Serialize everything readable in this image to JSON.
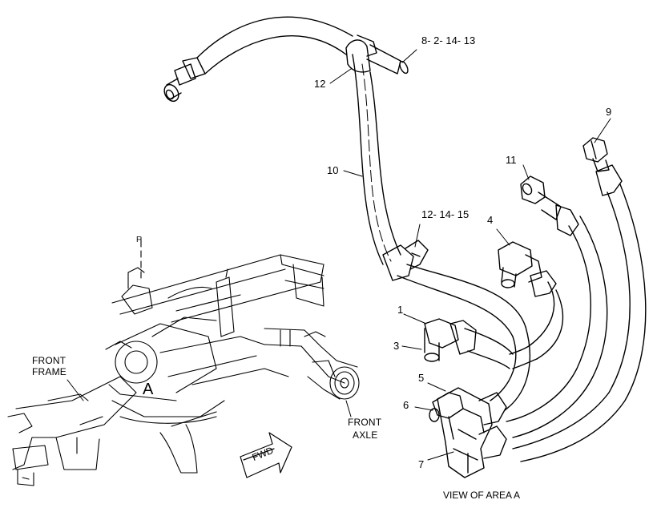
{
  "callouts": {
    "c_8_2_14_13": "8- 2- 14- 13",
    "c_12_top": "12",
    "c_9": "9",
    "c_11": "11",
    "c_10": "10",
    "c_12_14_15": "12- 14- 15",
    "c_4": "4",
    "c_1": "1",
    "c_3": "3",
    "c_5": "5",
    "c_6": "6",
    "c_7": "7",
    "c_A": "A"
  },
  "labels": {
    "front_frame_1": "FRONT",
    "front_frame_2": "FRAME",
    "front_axle_1": "FRONT",
    "front_axle_2": "AXLE",
    "fwd": "FWD",
    "view_caption": "VIEW OF AREA A"
  }
}
